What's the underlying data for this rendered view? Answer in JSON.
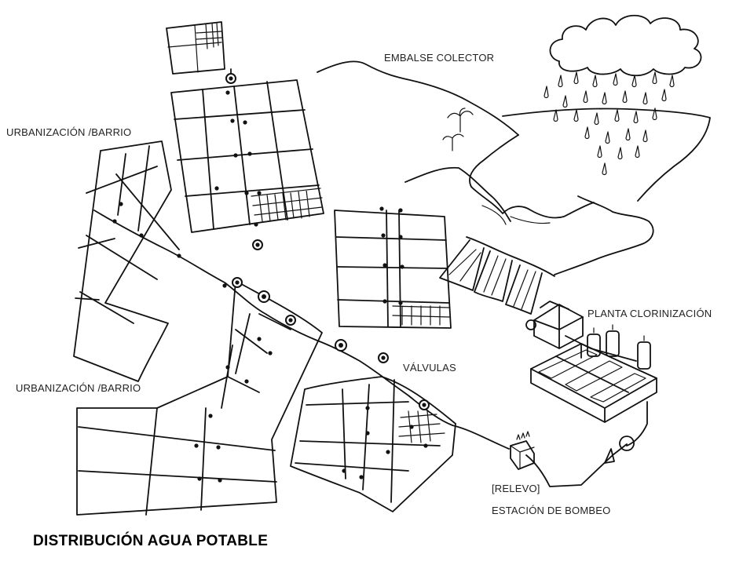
{
  "title": "DISTRIBUCIÓN AGUA POTABLE",
  "labels": {
    "reservoir": "EMBALSE COLECTOR",
    "urbanization_top": "URBANIZACIÓN /BARRIO",
    "urbanization_bottom": "URBANIZACIÓN /BARRIO",
    "treatment_plant": "PLANTA CLORINIZACIÓN",
    "valves": "VÁLVULAS",
    "relay": "[RELEVO]",
    "pump_station": "ESTACIÓN DE BOMBEO"
  },
  "colors": {
    "ink": "#111111",
    "background": "#ffffff"
  }
}
